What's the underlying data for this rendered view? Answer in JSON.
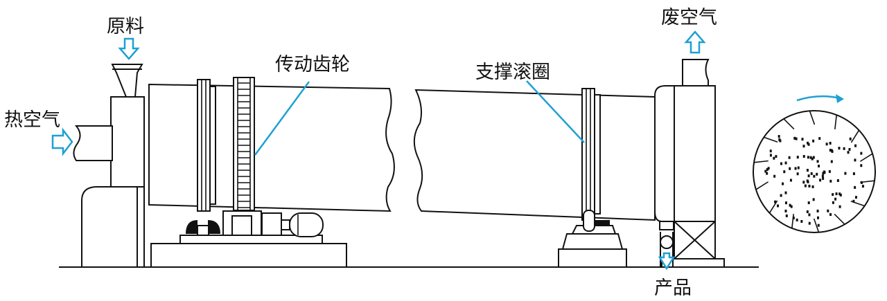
{
  "labels": {
    "raw_material": "原料",
    "hot_air": "热空气",
    "drive_gear": "传动齿轮",
    "support_ring": "支撑滚圈",
    "exhaust_air": "废空气",
    "product": "产品"
  },
  "colors": {
    "line": "#111111",
    "arrow": "#1ea0d2",
    "leader": "#1ea0d2",
    "background": "#ffffff"
  }
}
